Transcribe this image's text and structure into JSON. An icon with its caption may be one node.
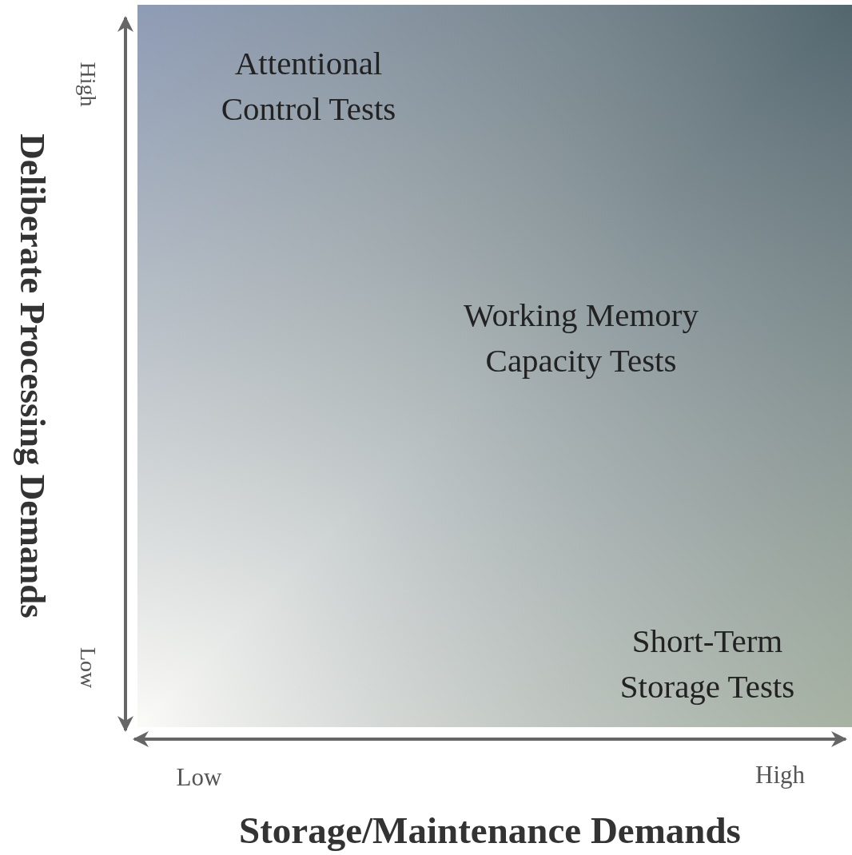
{
  "diagram": {
    "labels": [
      "Attentional Control Tests",
      "High",
      "Working Memory Capacity Tests",
      "Deliberate Processing Demands",
      "Short-Term Storage Tests",
      "Low",
      "Low",
      "High",
      "Storage/Maintenance Demands"
    ]
  }
}
